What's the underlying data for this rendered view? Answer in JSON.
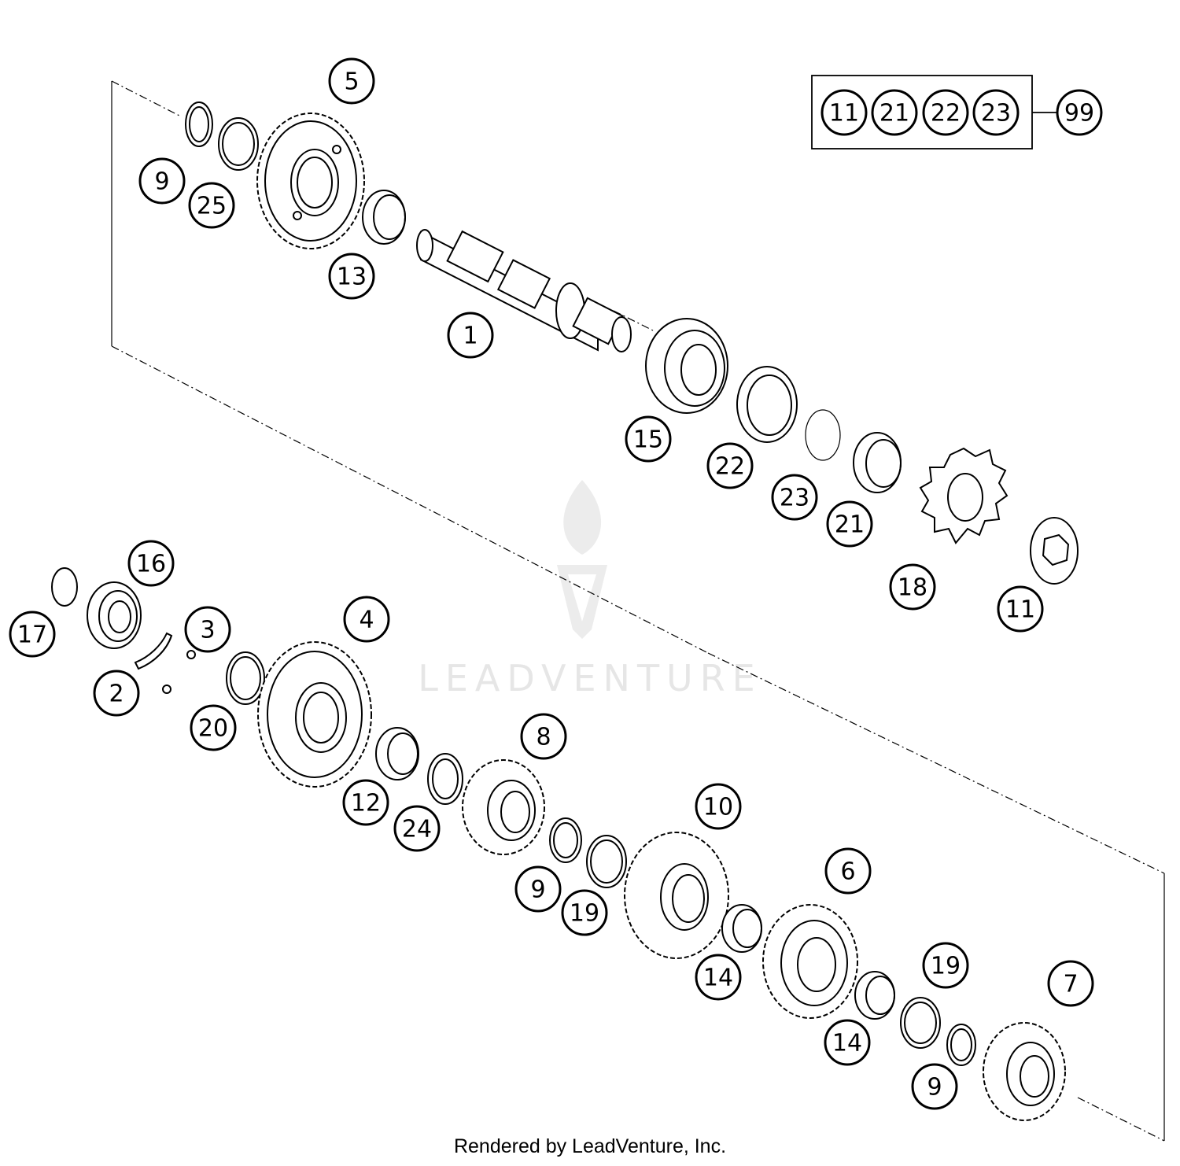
{
  "kit": {
    "members": [
      "11",
      "21",
      "22",
      "23"
    ],
    "kit_number": "99"
  },
  "callouts": [
    {
      "id": "c5",
      "label": "5"
    },
    {
      "id": "c9a",
      "label": "9"
    },
    {
      "id": "c25",
      "label": "25"
    },
    {
      "id": "c13",
      "label": "13"
    },
    {
      "id": "c1",
      "label": "1"
    },
    {
      "id": "c15",
      "label": "15"
    },
    {
      "id": "c22",
      "label": "22"
    },
    {
      "id": "c23",
      "label": "23"
    },
    {
      "id": "c21",
      "label": "21"
    },
    {
      "id": "c18",
      "label": "18"
    },
    {
      "id": "c11",
      "label": "11"
    },
    {
      "id": "c16",
      "label": "16"
    },
    {
      "id": "c17",
      "label": "17"
    },
    {
      "id": "c3",
      "label": "3"
    },
    {
      "id": "c2",
      "label": "2"
    },
    {
      "id": "c4",
      "label": "4"
    },
    {
      "id": "c20",
      "label": "20"
    },
    {
      "id": "c12",
      "label": "12"
    },
    {
      "id": "c24",
      "label": "24"
    },
    {
      "id": "c8",
      "label": "8"
    },
    {
      "id": "c9b",
      "label": "9"
    },
    {
      "id": "c19a",
      "label": "19"
    },
    {
      "id": "c10",
      "label": "10"
    },
    {
      "id": "c14a",
      "label": "14"
    },
    {
      "id": "c6",
      "label": "6"
    },
    {
      "id": "c14b",
      "label": "14"
    },
    {
      "id": "c19b",
      "label": "19"
    },
    {
      "id": "c9c",
      "label": "9"
    },
    {
      "id": "c7",
      "label": "7"
    }
  ],
  "watermark": {
    "text": "LEADVENTURE"
  },
  "footer": {
    "text": "Rendered by LeadVenture, Inc."
  }
}
